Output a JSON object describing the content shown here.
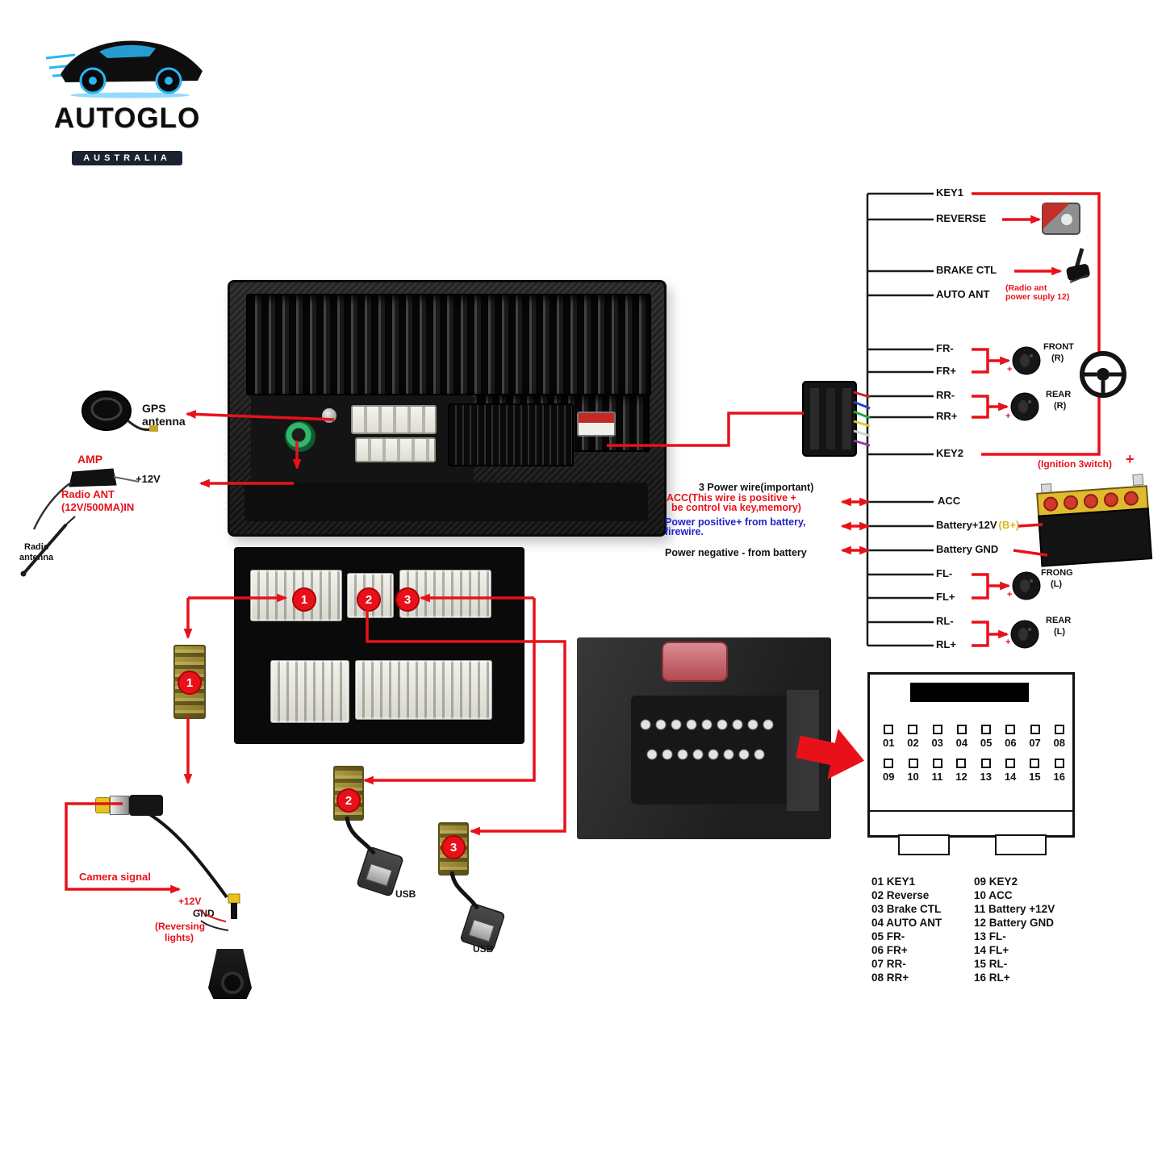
{
  "logo": {
    "brand": "AUTOGLO",
    "country": "AUSTRALIA"
  },
  "unit": {
    "gps_label_1": "GPS",
    "gps_label_2": "antenna",
    "amp_label": "AMP",
    "power_label": "+12V",
    "radio_ant_1": "Radio ANT",
    "radio_ant_2": "(12V/500MA)IN",
    "radio_antenna_1": "Radio",
    "radio_antenna_2": "antenna"
  },
  "camera": {
    "signal_label": "Camera signal",
    "power_label": "+12V",
    "gnd_label": "GND",
    "reversing_1": "(Reversing",
    "reversing_2": "lights)"
  },
  "adapters": {
    "marker_1": "1",
    "marker_2": "2",
    "marker_3": "3",
    "usb_label": "USB"
  },
  "power_notes": {
    "title": "3 Power wire(important)",
    "acc_1": "ACC(This wire is positive +",
    "acc_2": "be control via key,memory)",
    "positive_1": "Power positive+ from battery,",
    "positive_2": "firewire.",
    "negative": "Power negative - from battery"
  },
  "harness": {
    "wires": [
      "KEY1",
      "REVERSE",
      "BRAKE CTL",
      "AUTO ANT",
      "FR-",
      "FR+",
      "RR-",
      "RR+",
      "KEY2",
      "ACC",
      "Battery+12V",
      "Battery GND",
      "FL-",
      "FL+",
      "RL-",
      "RL+"
    ],
    "b_plus": "(B+)",
    "auto_ant_note_1": "(Radio ant",
    "auto_ant_note_2": "power suply 12)",
    "ignition_note": "(Ignition 3witch)",
    "battery_plus": "+",
    "plus_mark": "+",
    "speaker_fr_name": "FRONT",
    "speaker_fr_side": "(R)",
    "speaker_rr_name": "REAR",
    "speaker_rr_side": "(R)",
    "speaker_fl_name": "FRONG",
    "speaker_fl_side": "(L)",
    "speaker_rl_name": "REAR",
    "speaker_rl_side": "(L)"
  },
  "pinout": {
    "row1": [
      "01",
      "02",
      "03",
      "04",
      "05",
      "06",
      "07",
      "08"
    ],
    "row2": [
      "09",
      "10",
      "11",
      "12",
      "13",
      "14",
      "15",
      "16"
    ]
  },
  "legend": {
    "col1": [
      "01 KEY1",
      "02 Reverse",
      "03 Brake CTL",
      "04 AUTO ANT",
      "05 FR-",
      "06 FR+",
      "07 RR-",
      "08 RR+"
    ],
    "col2": [
      "09 KEY2",
      "10 ACC",
      "11 Battery +12V",
      "12 Battery GND",
      "13 FL-",
      "14 FL+",
      "15 RL-",
      "16 RL+"
    ]
  },
  "colors": {
    "accent_red": "#e8111a",
    "note_blue": "#2222cc",
    "gold": "#a8973a",
    "b_plus_yellow": "#d8b91c"
  }
}
